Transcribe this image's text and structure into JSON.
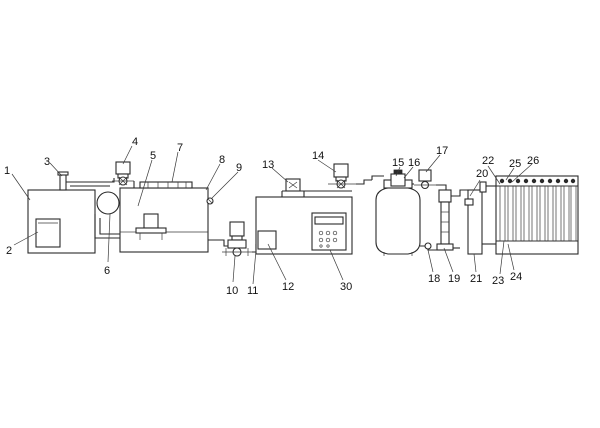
{
  "callouts": [
    {
      "id": "1",
      "text": "1"
    },
    {
      "id": "2",
      "text": "2"
    },
    {
      "id": "3",
      "text": "3"
    },
    {
      "id": "4",
      "text": "4"
    },
    {
      "id": "5",
      "text": "5"
    },
    {
      "id": "6",
      "text": "6"
    },
    {
      "id": "7",
      "text": "7"
    },
    {
      "id": "8",
      "text": "8"
    },
    {
      "id": "9",
      "text": "9"
    },
    {
      "id": "10",
      "text": "10"
    },
    {
      "id": "11",
      "text": "11"
    },
    {
      "id": "12",
      "text": "12"
    },
    {
      "id": "13",
      "text": "13"
    },
    {
      "id": "14",
      "text": "14"
    },
    {
      "id": "15",
      "text": "15"
    },
    {
      "id": "16",
      "text": "16"
    },
    {
      "id": "17",
      "text": "17"
    },
    {
      "id": "18",
      "text": "18"
    },
    {
      "id": "19",
      "text": "19"
    },
    {
      "id": "20",
      "text": "20"
    },
    {
      "id": "21",
      "text": "21"
    },
    {
      "id": "22",
      "text": "22"
    },
    {
      "id": "23",
      "text": "23"
    },
    {
      "id": "24",
      "text": "24"
    },
    {
      "id": "25",
      "text": "25"
    },
    {
      "id": "26",
      "text": "26"
    },
    {
      "id": "30",
      "text": "30"
    }
  ]
}
